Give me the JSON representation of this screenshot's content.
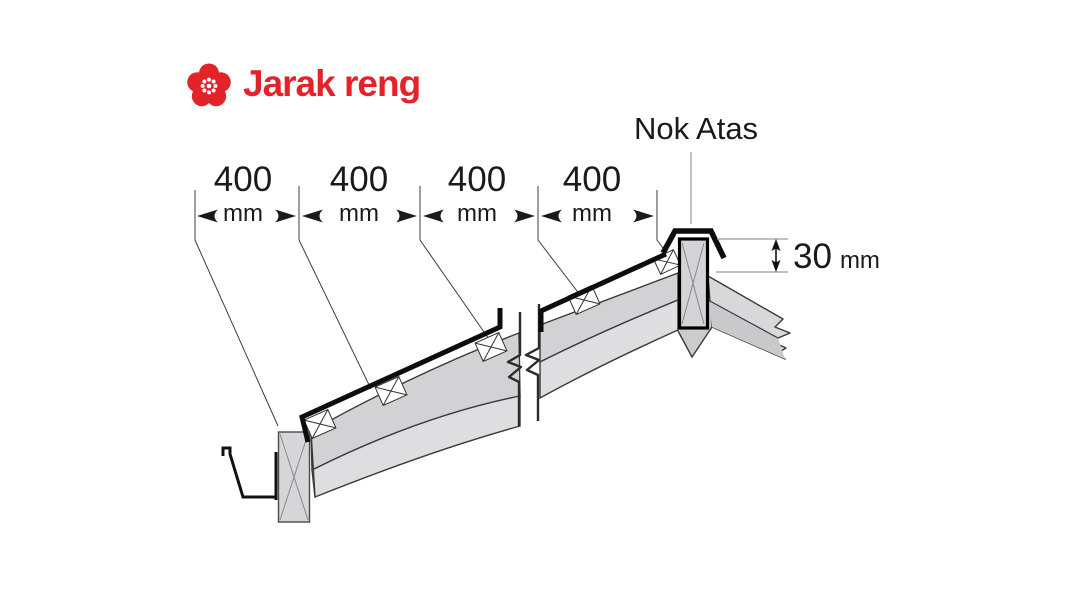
{
  "header": {
    "title": "Jarak reng",
    "logo_icon": "plum-blossom-flower"
  },
  "dimensions": {
    "labels": [
      {
        "value": "400",
        "unit": "mm"
      },
      {
        "value": "400",
        "unit": "mm"
      },
      {
        "value": "400",
        "unit": "mm"
      },
      {
        "value": "400",
        "unit": "mm"
      }
    ]
  },
  "ridge": {
    "label": "Nok Atas"
  },
  "ridge_height": {
    "value": "30",
    "unit": "mm"
  },
  "colors": {
    "accent_red": "#e2232a",
    "beam_top_gray": "#d2d2d4",
    "beam_front_gray": "#dedee0",
    "right_beam_top_gray": "#d8d8da",
    "right_beam_front_gray": "#c9c9cc",
    "post_gray": "#d5d5d7",
    "outline_gray": "#3a3a3a",
    "roofing_black": "#0d0d0d"
  }
}
